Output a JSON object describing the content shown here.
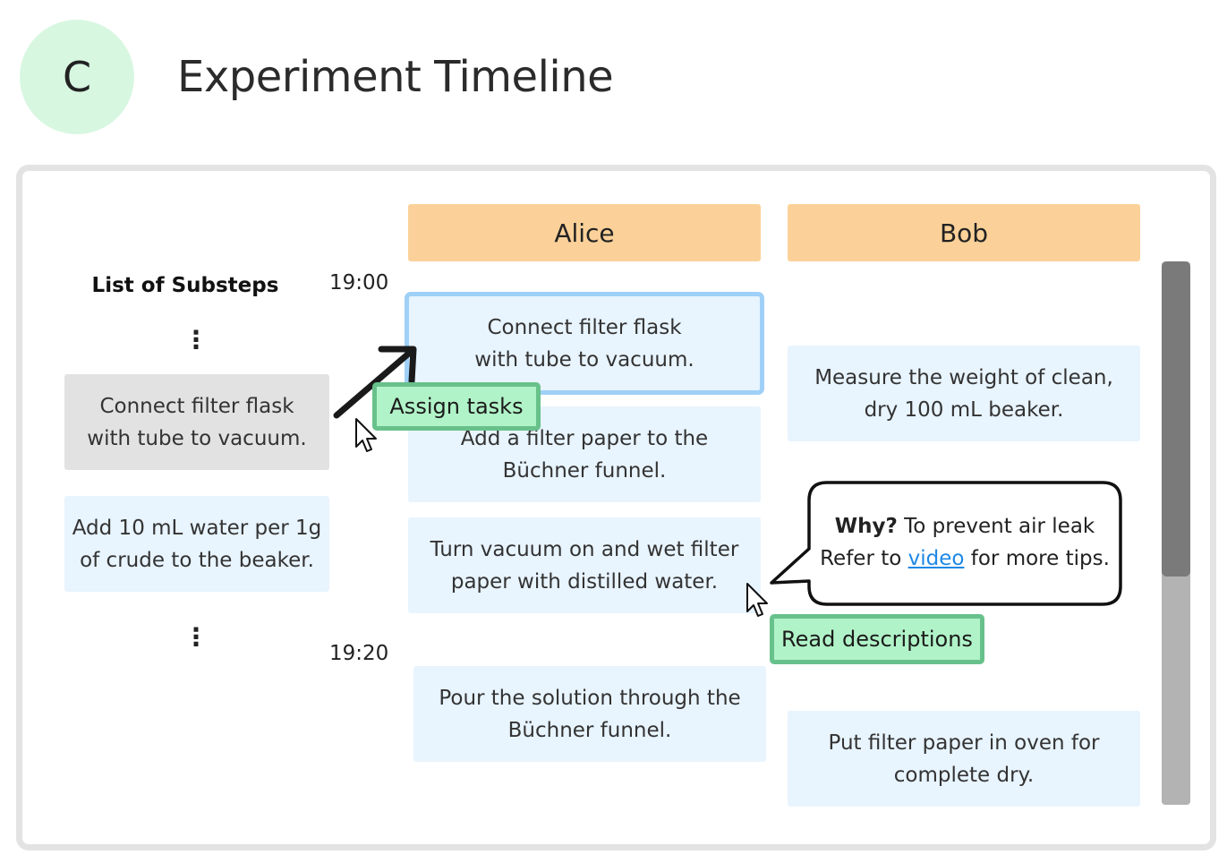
{
  "header": {
    "avatar_letter": "C",
    "title": "Experiment Timeline"
  },
  "substeps": {
    "heading": "List of Substeps",
    "ellipsis": "⋮",
    "items": [
      {
        "text": "Connect filter flask\nwith tube to vacuum.",
        "state": "dragging"
      },
      {
        "text": "Add 10 mL water per 1g\nof crude to the beaker.",
        "state": "normal"
      }
    ]
  },
  "times": [
    "19:00",
    "19:20"
  ],
  "columns": [
    {
      "name": "Alice",
      "cards": [
        {
          "text": "Connect filter flask\nwith tube to vacuum.",
          "selected": true
        },
        {
          "text": "Add a filter paper to the\nBüchner funnel."
        },
        {
          "text": "Turn vacuum on and wet filter\npaper with distilled water."
        },
        {
          "text": "Pour the solution through the\nBüchner funnel."
        }
      ]
    },
    {
      "name": "Bob",
      "cards": [
        {
          "text": "Measure the weight of clean,\ndry 100 mL beaker."
        },
        {
          "text": "Put filter paper in oven for\ncomplete dry."
        }
      ]
    }
  ],
  "tooltip": {
    "why_label": "Why?",
    "why_text": " To prevent air leak",
    "refer_prefix": "Refer to ",
    "link_text": "video",
    "refer_suffix": " for more tips."
  },
  "annotations": {
    "assign": "Assign tasks",
    "read": "Read descriptions"
  },
  "icons": {
    "cursor": "mouse-cursor-icon",
    "arrow": "drag-arrow-icon"
  },
  "colors": {
    "avatar_bg": "#d8f7e1",
    "column_header": "#fbd199",
    "card_bg": "#e8f4fe",
    "selected_border": "#9fd0f7",
    "tag_bg": "#b1f3c8",
    "tag_border": "#68c18b",
    "link": "#1e88e5"
  }
}
